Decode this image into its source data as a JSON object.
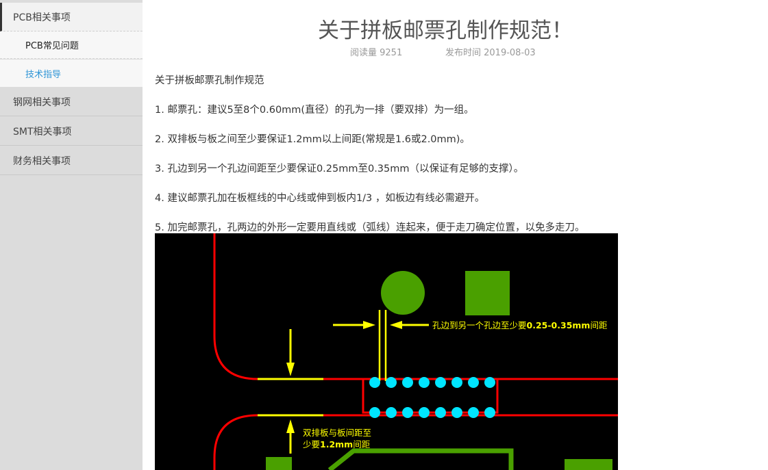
{
  "sidebar": {
    "categories": [
      {
        "label": "PCB相关事项",
        "sub_items": [
          "PCB常见问题",
          "技术指导"
        ]
      },
      {
        "label": "钢网相关事项"
      },
      {
        "label": "SMT相关事项"
      },
      {
        "label": "财务相关事项"
      }
    ],
    "selected_sub": "技术指导"
  },
  "article": {
    "title": "关于拼板邮票孔制作规范！",
    "reads_label": "阅读量 9251",
    "publish_label": "发布时间 2019-08-03",
    "paragraphs": [
      "关于拼板邮票孔制作规范",
      "1. 邮票孔：建议5至8个0.60mm(直径）的孔为一排（要双排）为一组。",
      "2.  双排板与板之间至少要保证1.2mm以上间距(常规是1.6或2.0mm)。",
      "3. 孔边到另一个孔边间距至少要保证0.25mm至0.35mm（以保证有足够的支撑）。",
      "4. 建议邮票孔加在板框线的中心线或伸到板内1/3 ，如板边有线必需避开。",
      "5. 加完邮票孔，孔两边的外形一定要用直线或（弧线）连起来，便于走刀确定位置，以免多走刀。"
    ],
    "figure": {
      "annotation_hole_spacing_prefix": "孔边到另一个孔边至少要",
      "annotation_hole_spacing_value": "0.25-0.35mm",
      "annotation_hole_spacing_suffix": "间距",
      "annotation_board_gap_line1": "双排板与板间距至",
      "annotation_board_gap_line2_prefix": "少要",
      "annotation_board_gap_line2_value": "1.2mm",
      "annotation_board_gap_line2_suffix": "间距",
      "colors": {
        "outline": "#ff0000",
        "pad": "#4aa000",
        "hole": "#00e5ff",
        "annotation": "#ffff00"
      }
    }
  }
}
